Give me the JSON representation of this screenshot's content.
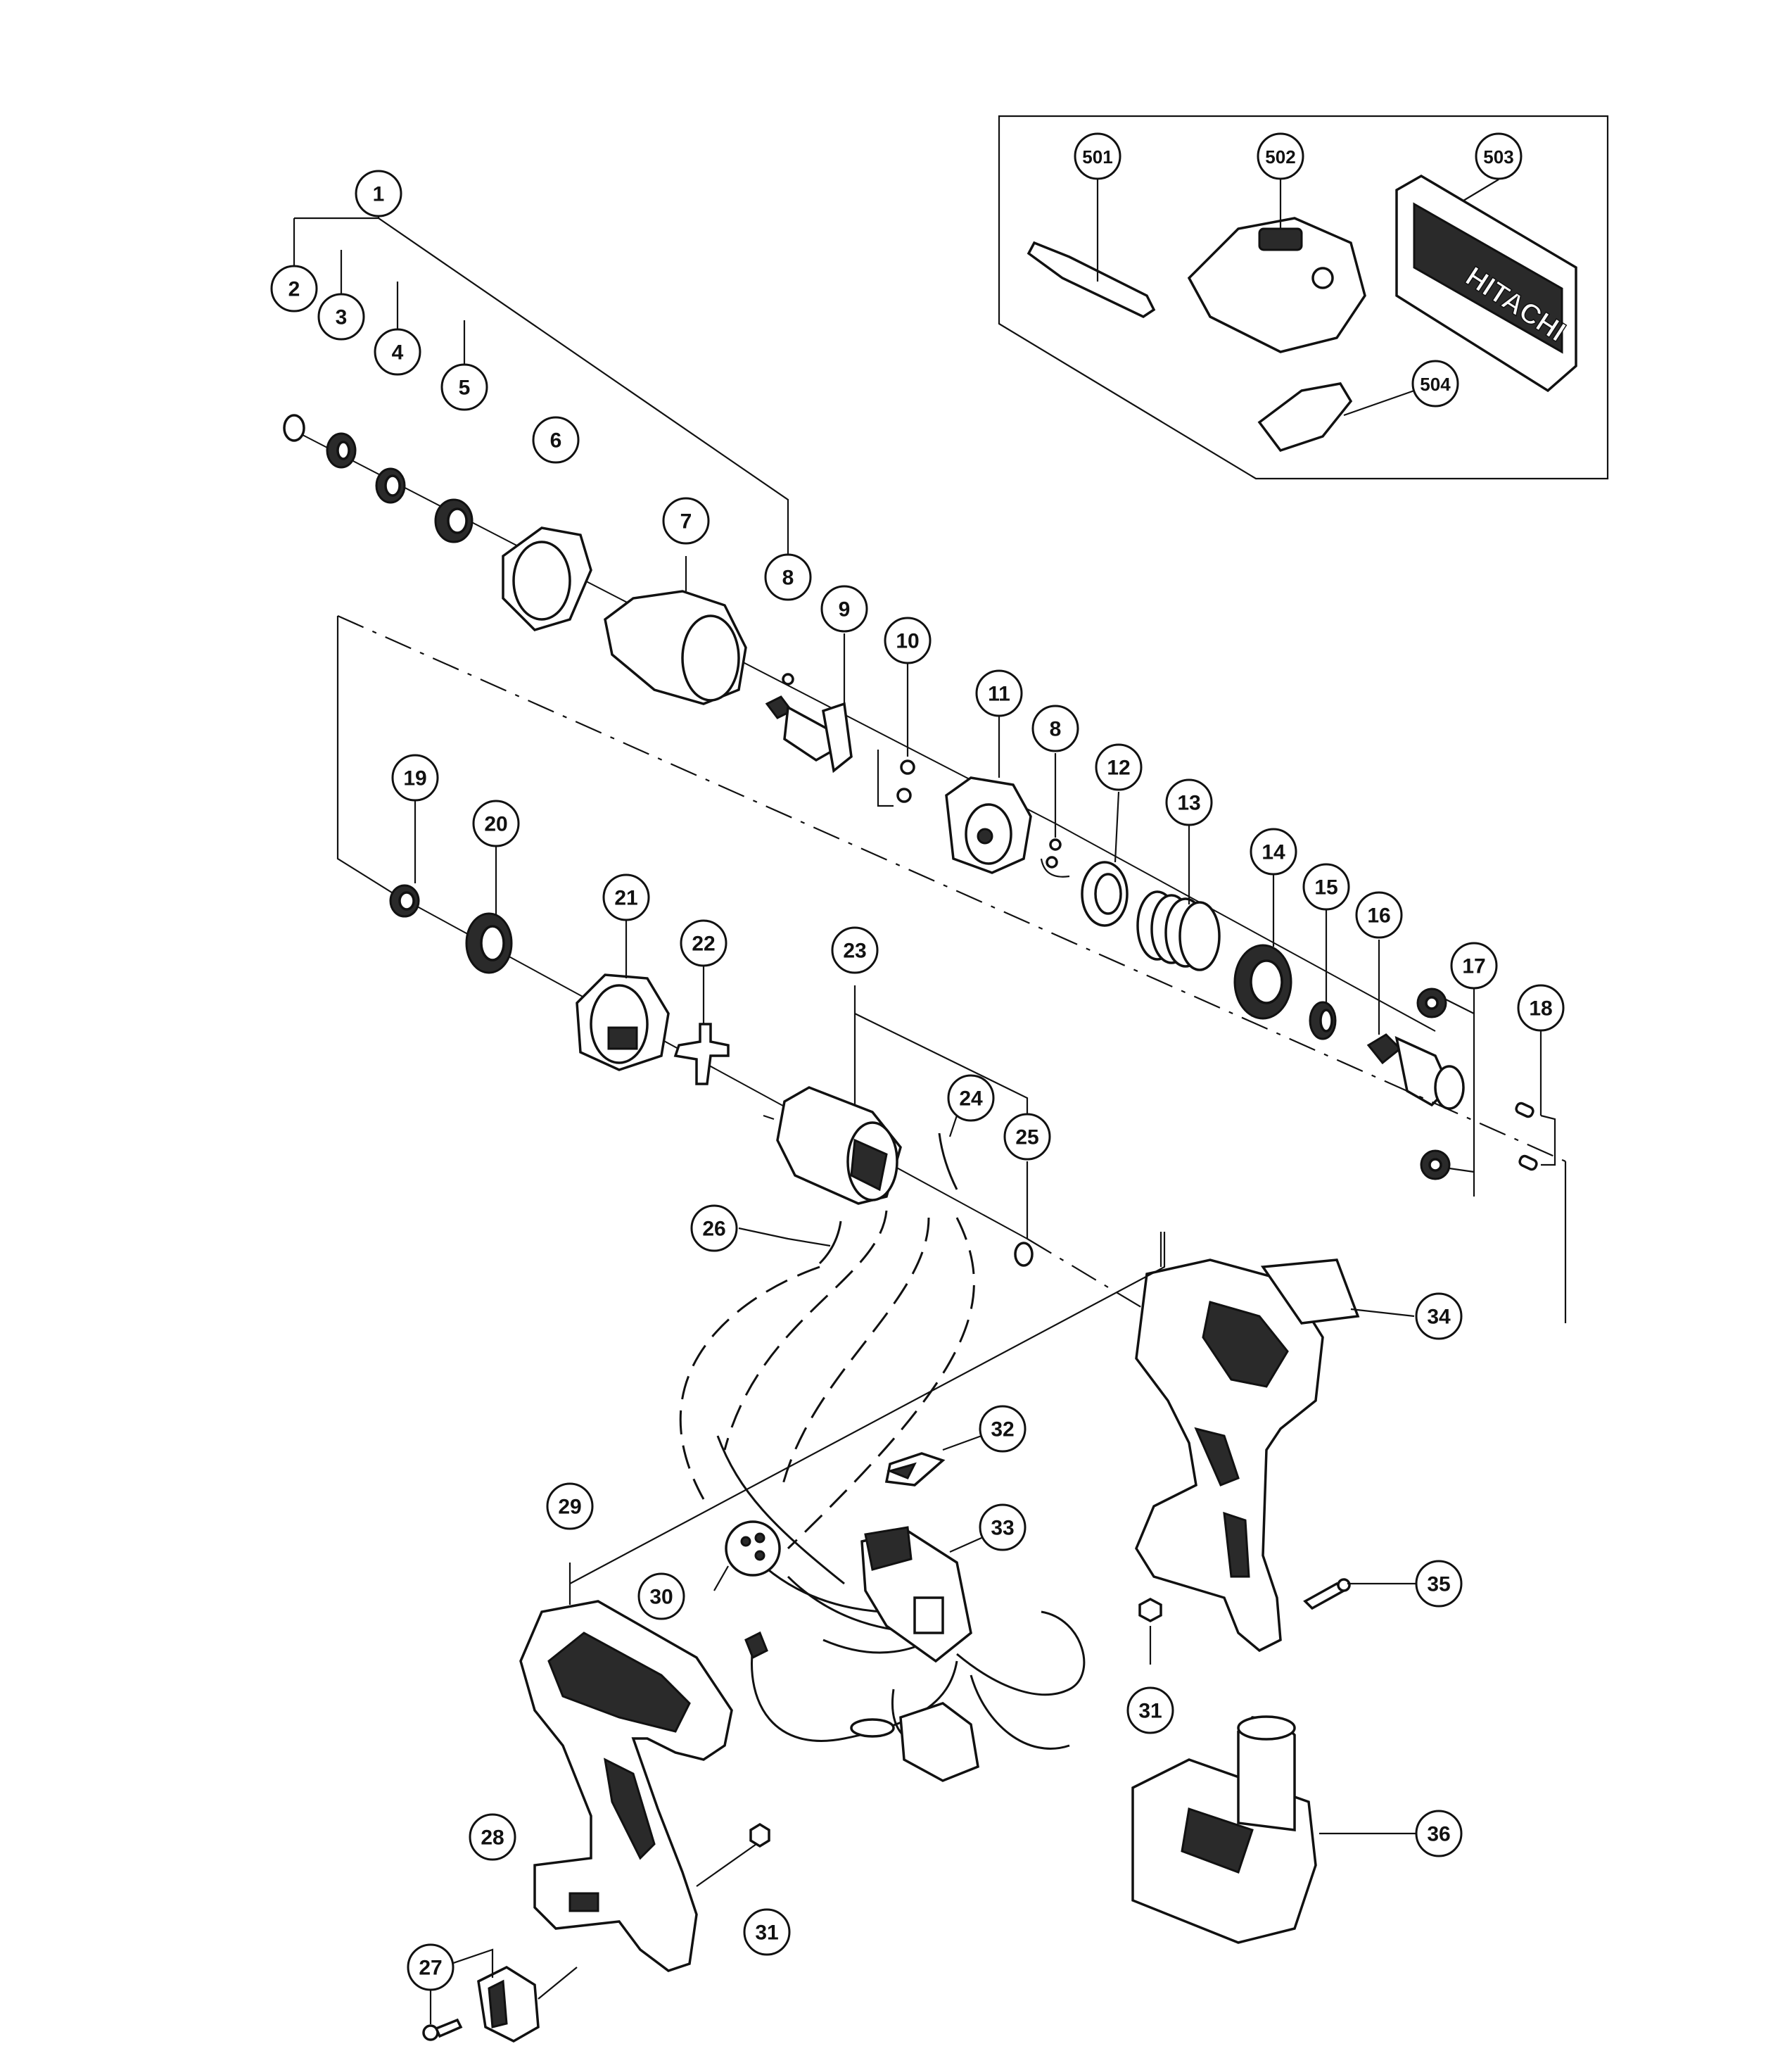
{
  "callouts": {
    "c1": "1",
    "c2": "2",
    "c3": "3",
    "c4": "4",
    "c5": "5",
    "c6": "6",
    "c7": "7",
    "c8a": "8",
    "c8b": "8",
    "c9": "9",
    "c10": "10",
    "c11": "11",
    "c12": "12",
    "c13": "13",
    "c14": "14",
    "c15": "15",
    "c16": "16",
    "c17": "17",
    "c18": "18",
    "c19": "19",
    "c20": "20",
    "c21": "21",
    "c22": "22",
    "c23": "23",
    "c24": "24",
    "c25": "25",
    "c26": "26",
    "c27": "27",
    "c28": "28",
    "c29": "29",
    "c30": "30",
    "c31a": "31",
    "c31b": "31",
    "c32": "32",
    "c33": "33",
    "c34": "34",
    "c35": "35",
    "c36": "36",
    "c501": "501",
    "c502": "502",
    "c503": "503",
    "c504": "504"
  },
  "brand_logo_text": "HITACHI",
  "icons": {
    "callout": "numbered-circle-icon",
    "accessory_box": "accessory-group-box-icon"
  },
  "colors": {
    "ink": "#111111",
    "paper": "#ffffff"
  }
}
